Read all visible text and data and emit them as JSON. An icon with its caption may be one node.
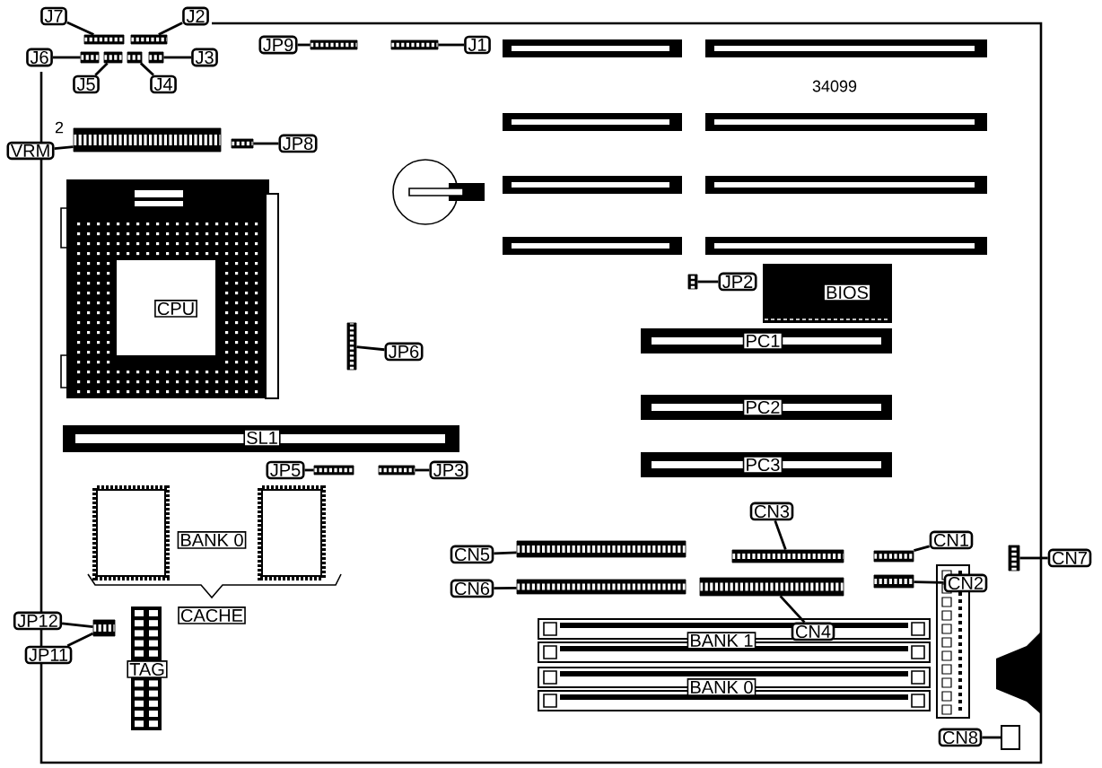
{
  "diagram": {
    "nodes": [
      {
        "text": [
          "J7"
        ]
      },
      {
        "text": [
          "J2"
        ]
      },
      {
        "text": [
          "J6"
        ]
      },
      {
        "text": [
          "J3"
        ]
      },
      {
        "text": [
          "J5"
        ]
      },
      {
        "text": [
          "J4"
        ]
      },
      {
        "text": [
          "JP9"
        ]
      },
      {
        "text": [
          "J1"
        ]
      },
      {
        "text": [
          "VRM"
        ]
      },
      {
        "text": [
          "JP8"
        ]
      },
      {
        "text": [
          "CPU"
        ]
      },
      {
        "text": [
          "JP2"
        ]
      },
      {
        "text": [
          "BIOS"
        ]
      },
      {
        "text": [
          "JP6"
        ]
      },
      {
        "text": [
          "PC1"
        ]
      },
      {
        "text": [
          "PC2"
        ]
      },
      {
        "text": [
          "SL1"
        ]
      },
      {
        "text": [
          "JP5"
        ]
      },
      {
        "text": [
          "JP3"
        ]
      },
      {
        "text": [
          "PC3"
        ]
      },
      {
        "text": [
          "BANK 0"
        ]
      },
      {
        "text": [
          "CN3"
        ]
      },
      {
        "text": [
          "CN5"
        ]
      },
      {
        "text": [
          "CN1"
        ]
      },
      {
        "text": [
          "CN7"
        ]
      },
      {
        "text": [
          "CN6"
        ]
      },
      {
        "text": [
          "CN2"
        ]
      },
      {
        "text": [
          "CACHE"
        ]
      },
      {
        "text": [
          "JP12"
        ]
      },
      {
        "text": [
          "JP11"
        ]
      },
      {
        "text": [
          "TAG"
        ]
      },
      {
        "text": [
          "BANK 1"
        ]
      },
      {
        "text": [
          "CN4"
        ]
      },
      {
        "text": [
          "BANK 0"
        ]
      },
      {
        "text": [
          "CN8"
        ]
      },
      {
        "text": [],
        "shape": "bar"
      },
      {
        "text": [],
        "shape": "bar"
      },
      {
        "text": [],
        "shape": "bar"
      },
      {
        "text": [],
        "shape": "bar"
      },
      {
        "text": [],
        "shape": "bar"
      },
      {
        "text": [],
        "shape": "bar"
      },
      {
        "text": [],
        "shape": "bar"
      },
      {
        "text": [],
        "shape": "bar"
      },
      {
        "text": [],
        "shape": "bar"
      },
      {
        "text": [],
        "shape": "bar"
      },
      {
        "text": [],
        "shape": "bar"
      },
      {
        "text": [],
        "shape": "bar"
      },
      {
        "text": [],
        "shape": "bar"
      },
      {
        "text": [],
        "shape": "bar"
      },
      {
        "text": [],
        "shape": "bar"
      },
      {
        "text": [],
        "shape": "bar"
      },
      {
        "text": [],
        "shape": "bar"
      },
      {
        "text": [],
        "shape": "bar"
      },
      {
        "text": [],
        "shape": "bar"
      },
      {
        "text": [],
        "shape": "bar"
      },
      {
        "text": [],
        "shape": "bar"
      },
      {
        "text": [],
        "shape": "bar"
      },
      {
        "text": [],
        "shape": "box"
      }
    ],
    "edges": [
      {
        "from": 0,
        "to": 35,
        "arrow": "none"
      },
      {
        "from": 1,
        "to": 36,
        "arrow": "none"
      },
      {
        "from": 2,
        "to": 37,
        "arrow": "none"
      },
      {
        "from": 3,
        "to": 40,
        "arrow": "none"
      },
      {
        "from": 4,
        "to": 38,
        "arrow": "none"
      },
      {
        "from": 5,
        "to": 39,
        "arrow": "none"
      },
      {
        "from": 6,
        "to": 41,
        "arrow": "none"
      },
      {
        "from": 7,
        "to": 42,
        "arrow": "none"
      },
      {
        "from": 8,
        "to": 43,
        "arrow": "none"
      },
      {
        "from": 9,
        "to": 44,
        "arrow": "none"
      },
      {
        "from": 11,
        "to": 45,
        "arrow": "none"
      },
      {
        "from": 13,
        "to": 46,
        "arrow": "none"
      },
      {
        "from": 17,
        "to": 47,
        "arrow": "none"
      },
      {
        "from": 18,
        "to": 48,
        "arrow": "none"
      },
      {
        "from": 21,
        "to": 50,
        "arrow": "none"
      },
      {
        "from": 22,
        "to": 49,
        "arrow": "none"
      },
      {
        "from": 23,
        "to": 51,
        "arrow": "none"
      },
      {
        "from": 24,
        "to": 52,
        "arrow": "none"
      },
      {
        "from": 25,
        "to": 53,
        "arrow": "none"
      },
      {
        "from": 26,
        "to": 55,
        "arrow": "none"
      },
      {
        "from": 28,
        "to": 56,
        "arrow": "none"
      },
      {
        "from": 29,
        "to": 56,
        "arrow": "none"
      },
      {
        "from": 32,
        "to": 54,
        "arrow": "none"
      },
      {
        "from": 34,
        "to": 57,
        "arrow": "none"
      }
    ],
    "labels": [
      "2",
      "34099"
    ]
  }
}
